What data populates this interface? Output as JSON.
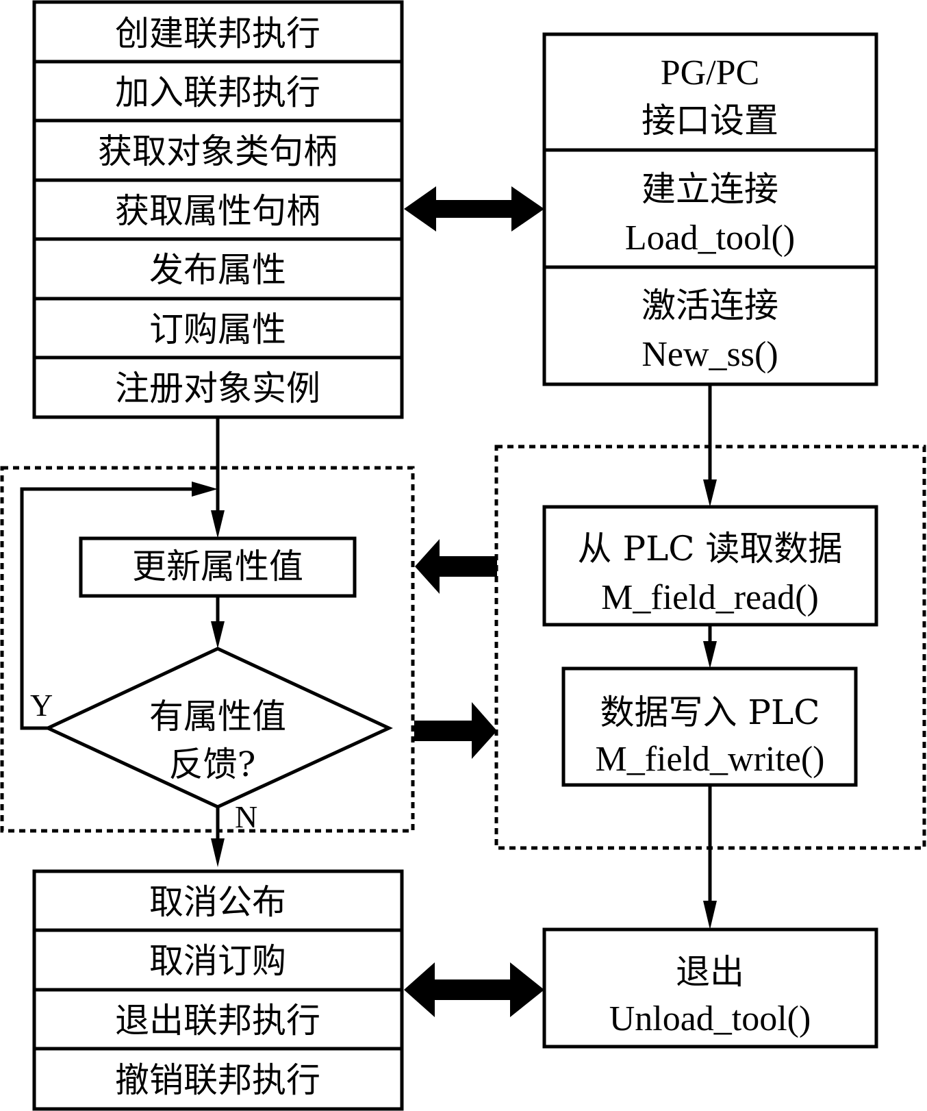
{
  "left_top_stack": [
    "创建联邦执行",
    "加入联邦执行",
    "获取对象类句柄",
    "获取属性句柄",
    "发布属性",
    "订购属性",
    "注册对象实例"
  ],
  "right_top_stack": [
    {
      "line1": "PG/PC",
      "line2": "接口设置"
    },
    {
      "line1": "建立连接",
      "line2": "Load_tool()"
    },
    {
      "line1": "激活连接",
      "line2": "New_ss()"
    }
  ],
  "loop": {
    "update_box": "更新属性值",
    "decision_line1": "有属性值",
    "decision_line2": "反馈?",
    "yes_label": "Y",
    "no_label": "N"
  },
  "plc": {
    "read_line1": "从 PLC 读取数据",
    "read_line2": "M_field_read()",
    "write_line1": "数据写入 PLC",
    "write_line2": "M_field_write()"
  },
  "left_bottom_stack": [
    "取消公布",
    "取消订购",
    "退出联邦执行",
    "撤销联邦执行"
  ],
  "exit_box": {
    "line1": "退出",
    "line2": "Unload_tool()"
  }
}
